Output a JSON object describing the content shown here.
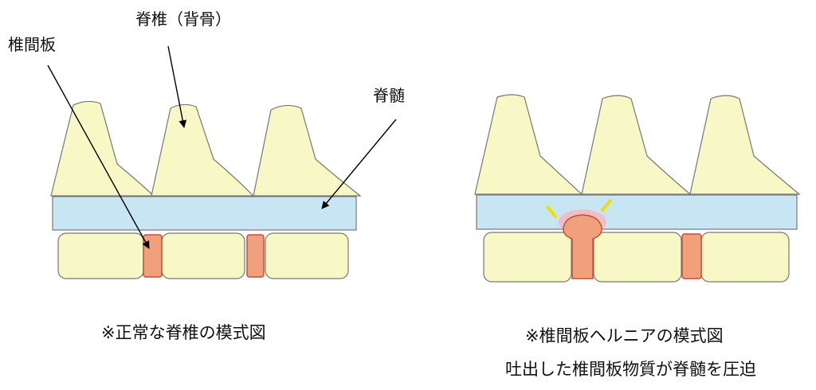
{
  "labels": {
    "spine": "脊椎（背骨）",
    "disc": "椎間板",
    "cord": "脊髄"
  },
  "captions": {
    "normal": "※正常な脊椎の模式図",
    "hernia": "※椎間板ヘルニアの模式図",
    "hernia_note": "吐出した椎間板物質が脊髄を圧迫"
  },
  "colors": {
    "bone": "#f8f8c6",
    "cord": "#c7e5f3",
    "disc": "#f0a07a",
    "disc_stroke": "#c0503a",
    "glow": "#f4b8c0",
    "spark": "#f2dd00",
    "outline": "#777777"
  }
}
